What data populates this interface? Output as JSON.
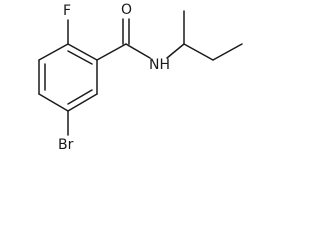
{
  "molecule": {
    "atoms": {
      "oxygen": "O",
      "fluorine": "F",
      "nitrogen_hydrogen": "NH",
      "bromine": "Br"
    }
  }
}
